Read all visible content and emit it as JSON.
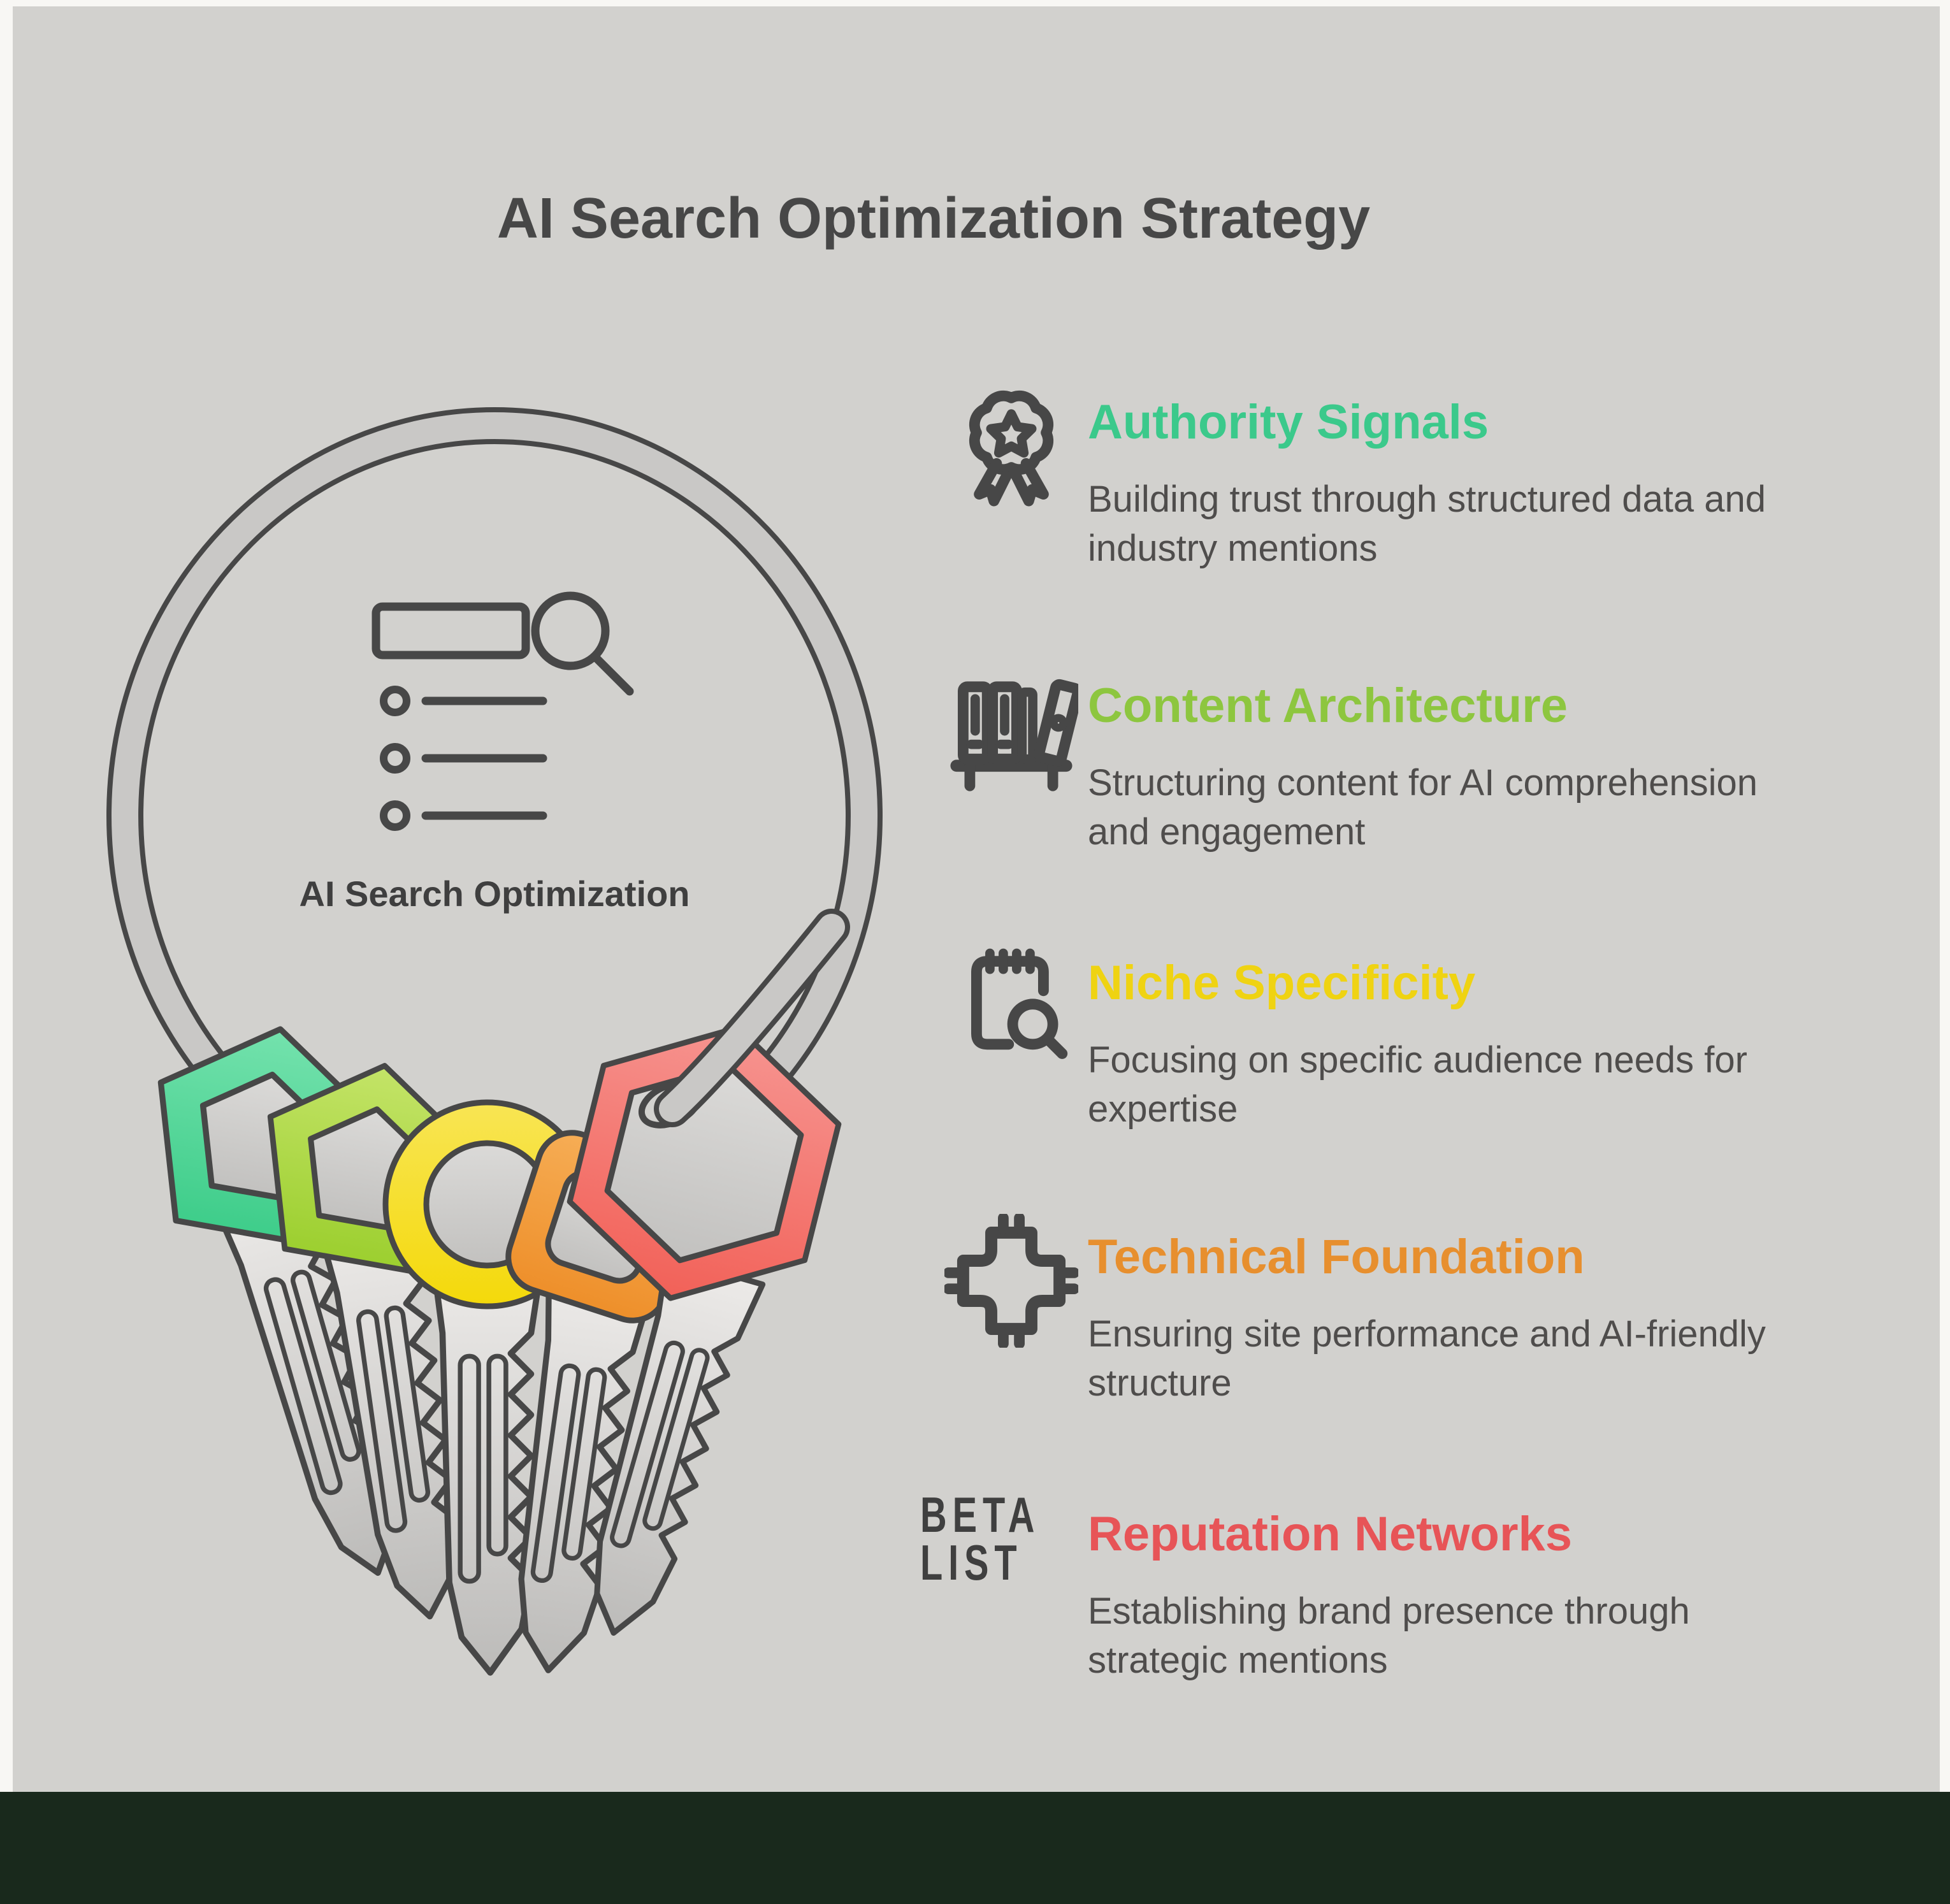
{
  "page": {
    "title": "AI Search Optimization Strategy",
    "background_color": "#f8f7f4",
    "card_color": "#d2d1ce",
    "footer_color": "#19291c",
    "heading_color": "#474747",
    "body_text_color": "#4f4d4c",
    "icon_color": "#3f3f3f"
  },
  "illustration": {
    "label": "AI Search Optimization",
    "ring_outline_color": "#474747",
    "ring_band_color": "#c9c8c6",
    "key_colors": {
      "authority": "#3ecd8a",
      "content": "#9ccf2f",
      "niche": "#f4d90a",
      "technical": "#ee8f2a",
      "reputation": "#f26158"
    },
    "key_colors_light": {
      "authority": "#74e2ad",
      "content": "#c4e468",
      "niche": "#f8e554",
      "technical": "#f6ad55",
      "reputation": "#f69490"
    }
  },
  "items": [
    {
      "icon": "award-rosette-icon",
      "title": "Authority Signals",
      "color": "#3bc98b",
      "description": "Building trust through structured data and industry mentions"
    },
    {
      "icon": "shelf-books-icon",
      "title": "Content Architecture",
      "color": "#8dc63f",
      "description": "Structuring content for AI comprehension and engagement"
    },
    {
      "icon": "notepad-search-icon",
      "title": "Niche Specificity",
      "color": "#efd312",
      "description": "Focusing on specific audience needs for expertise"
    },
    {
      "icon": "circuit-chip-icon",
      "title": "Technical Foundation",
      "color": "#e78f2e",
      "description": "Ensuring site performance and AI-friendly structure"
    },
    {
      "icon": "betalist-logo",
      "logo": {
        "line1": "BETA",
        "line2": "LIST"
      },
      "title": "Reputation Networks",
      "color": "#e75457",
      "description": "Establishing brand presence through strategic mentions"
    }
  ]
}
